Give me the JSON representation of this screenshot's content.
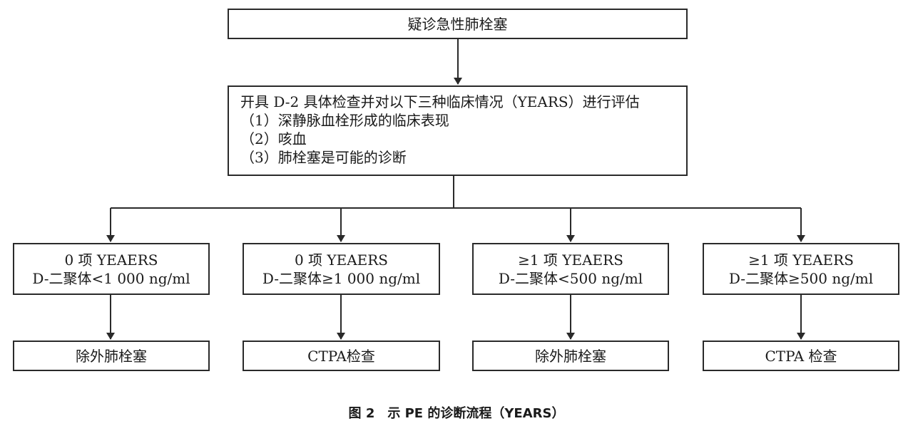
{
  "top": "疑诊急性肺栓塞",
  "criteria": {
    "heading": "开具 D-2 具体检查并对以下三种临床情况（YEARS）进行评估",
    "items": [
      "（1）深静脉血栓形成的临床表现",
      "（2）咳血",
      "（3）肺栓塞是可能的诊断"
    ]
  },
  "branches": [
    {
      "line1": "0 项 YEAERS",
      "line2": "D-二聚体<1 000 ng/ml",
      "result": "除外肺栓塞"
    },
    {
      "line1": "0 项 YEAERS",
      "line2": "D-二聚体≥1 000 ng/ml",
      "result": "CTPA检查"
    },
    {
      "line1": "≥1 项 YEAERS",
      "line2": "D-二聚体<500 ng/ml",
      "result": "除外肺栓塞"
    },
    {
      "line1": "≥1 项 YEAERS",
      "line2": "D-二聚体≥500 ng/ml",
      "result": "CTPA 检查"
    }
  ],
  "caption": "图 2　示 PE 的诊断流程（YEARS）"
}
